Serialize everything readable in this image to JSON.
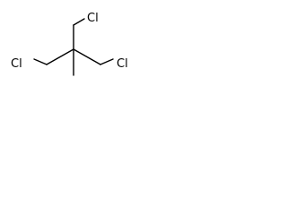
{
  "molecule": {
    "atoms": {
      "cl_top": "Cl",
      "cl_left": "Cl",
      "cl_right": "Cl"
    }
  }
}
